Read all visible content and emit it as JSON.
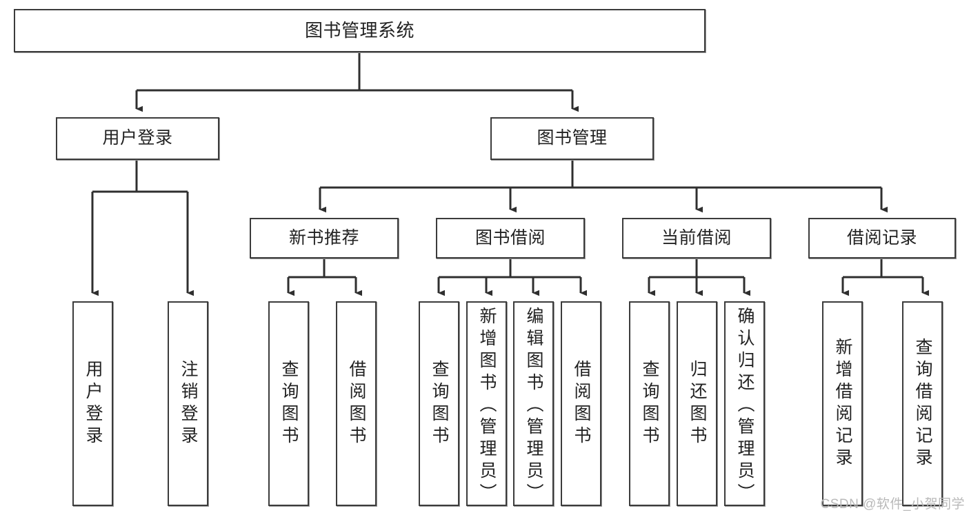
{
  "diagram": {
    "title": "图书管理系统",
    "type": "tree",
    "orientation": "top-down",
    "background_color": "#ffffff",
    "node_border_color": "#3b3b3b",
    "node_fill_color": "#ffffff",
    "edge_color": "#2f2f2f",
    "watermark": "CSDN @软件_小贺同学",
    "watermark_color": "#b9b9b9"
  },
  "nodes": {
    "root": {
      "id": "root",
      "label": "图书管理系统",
      "level": 0,
      "orientation": "horizontal"
    },
    "level1": [
      {
        "id": "user_login",
        "label": "用户登录",
        "level": 1,
        "orientation": "horizontal",
        "parent": "root"
      },
      {
        "id": "book_manage",
        "label": "图书管理",
        "level": 1,
        "orientation": "horizontal",
        "parent": "root"
      }
    ],
    "level2": [
      {
        "id": "new_book_rec",
        "label": "新书推荐",
        "level": 2,
        "orientation": "horizontal",
        "parent": "book_manage"
      },
      {
        "id": "book_borrow",
        "label": "图书借阅",
        "level": 2,
        "orientation": "horizontal",
        "parent": "book_manage"
      },
      {
        "id": "current_borrow",
        "label": "当前借阅",
        "level": 2,
        "orientation": "horizontal",
        "parent": "book_manage"
      },
      {
        "id": "borrow_record",
        "label": "借阅记录",
        "level": 2,
        "orientation": "horizontal",
        "parent": "book_manage"
      }
    ],
    "leaves": [
      {
        "id": "leaf_user_login",
        "label": "用户登录",
        "level": 2,
        "orientation": "vertical",
        "parent": "user_login"
      },
      {
        "id": "leaf_logout",
        "label": "注销登录",
        "level": 2,
        "orientation": "vertical",
        "parent": "user_login"
      },
      {
        "id": "leaf_query_book_1",
        "label": "查询图书",
        "level": 3,
        "orientation": "vertical",
        "parent": "new_book_rec"
      },
      {
        "id": "leaf_borrow_book_1",
        "label": "借阅图书",
        "level": 3,
        "orientation": "vertical",
        "parent": "new_book_rec"
      },
      {
        "id": "leaf_query_book_2",
        "label": "查询图书",
        "level": 3,
        "orientation": "vertical",
        "parent": "book_borrow"
      },
      {
        "id": "leaf_add_book",
        "label": "新增图书（管理员）",
        "level": 3,
        "orientation": "vertical",
        "parent": "book_borrow"
      },
      {
        "id": "leaf_edit_book",
        "label": "编辑图书（管理员）",
        "level": 3,
        "orientation": "vertical",
        "parent": "book_borrow"
      },
      {
        "id": "leaf_borrow_book_2",
        "label": "借阅图书",
        "level": 3,
        "orientation": "vertical",
        "parent": "book_borrow"
      },
      {
        "id": "leaf_query_book_3",
        "label": "查询图书",
        "level": 3,
        "orientation": "vertical",
        "parent": "current_borrow"
      },
      {
        "id": "leaf_return_book",
        "label": "归还图书",
        "level": 3,
        "orientation": "vertical",
        "parent": "current_borrow"
      },
      {
        "id": "leaf_confirm_return",
        "label": "确认归还（管理员）",
        "level": 3,
        "orientation": "vertical",
        "parent": "current_borrow"
      },
      {
        "id": "leaf_add_record",
        "label": "新增借阅记录",
        "level": 3,
        "orientation": "vertical",
        "parent": "borrow_record"
      },
      {
        "id": "leaf_query_record",
        "label": "查询借阅记录",
        "level": 3,
        "orientation": "vertical",
        "parent": "borrow_record"
      }
    ]
  },
  "edges": [
    {
      "from": "root",
      "to": "user_login"
    },
    {
      "from": "root",
      "to": "book_manage"
    },
    {
      "from": "user_login",
      "to": "leaf_user_login"
    },
    {
      "from": "user_login",
      "to": "leaf_logout"
    },
    {
      "from": "book_manage",
      "to": "new_book_rec"
    },
    {
      "from": "book_manage",
      "to": "book_borrow"
    },
    {
      "from": "book_manage",
      "to": "current_borrow"
    },
    {
      "from": "book_manage",
      "to": "borrow_record"
    },
    {
      "from": "new_book_rec",
      "to": "leaf_query_book_1"
    },
    {
      "from": "new_book_rec",
      "to": "leaf_borrow_book_1"
    },
    {
      "from": "book_borrow",
      "to": "leaf_query_book_2"
    },
    {
      "from": "book_borrow",
      "to": "leaf_add_book"
    },
    {
      "from": "book_borrow",
      "to": "leaf_edit_book"
    },
    {
      "from": "book_borrow",
      "to": "leaf_borrow_book_2"
    },
    {
      "from": "current_borrow",
      "to": "leaf_query_book_3"
    },
    {
      "from": "current_borrow",
      "to": "leaf_return_book"
    },
    {
      "from": "current_borrow",
      "to": "leaf_confirm_return"
    },
    {
      "from": "borrow_record",
      "to": "leaf_add_record"
    },
    {
      "from": "borrow_record",
      "to": "leaf_query_record"
    }
  ]
}
